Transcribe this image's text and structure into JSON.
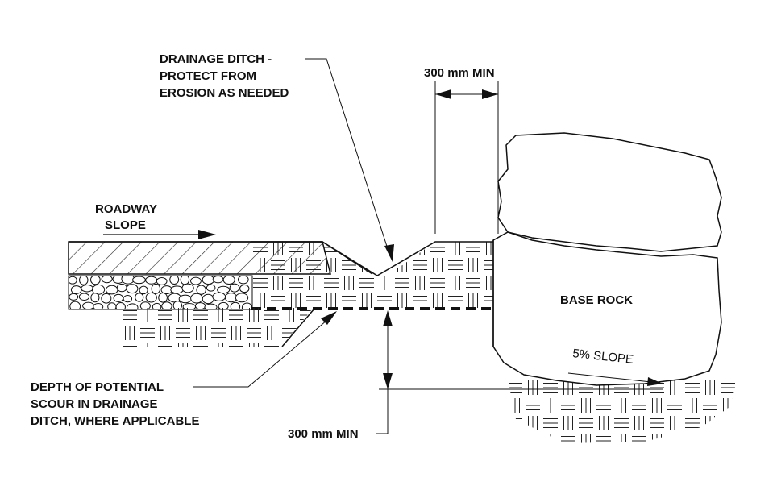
{
  "labels": {
    "drainage_ditch": [
      "DRAINAGE DITCH -",
      "PROTECT FROM",
      "EROSION AS NEEDED"
    ],
    "top_dimension": "300 mm MIN",
    "roadway_slope": [
      "ROADWAY",
      "SLOPE"
    ],
    "base_rock": "BASE ROCK",
    "rock_slope": "5% SLOPE",
    "scour_depth": [
      "DEPTH OF POTENTIAL",
      "SCOUR IN DRAINAGE",
      "DITCH, WHERE APPLICABLE"
    ],
    "bottom_dimension": "300 mm MIN"
  }
}
